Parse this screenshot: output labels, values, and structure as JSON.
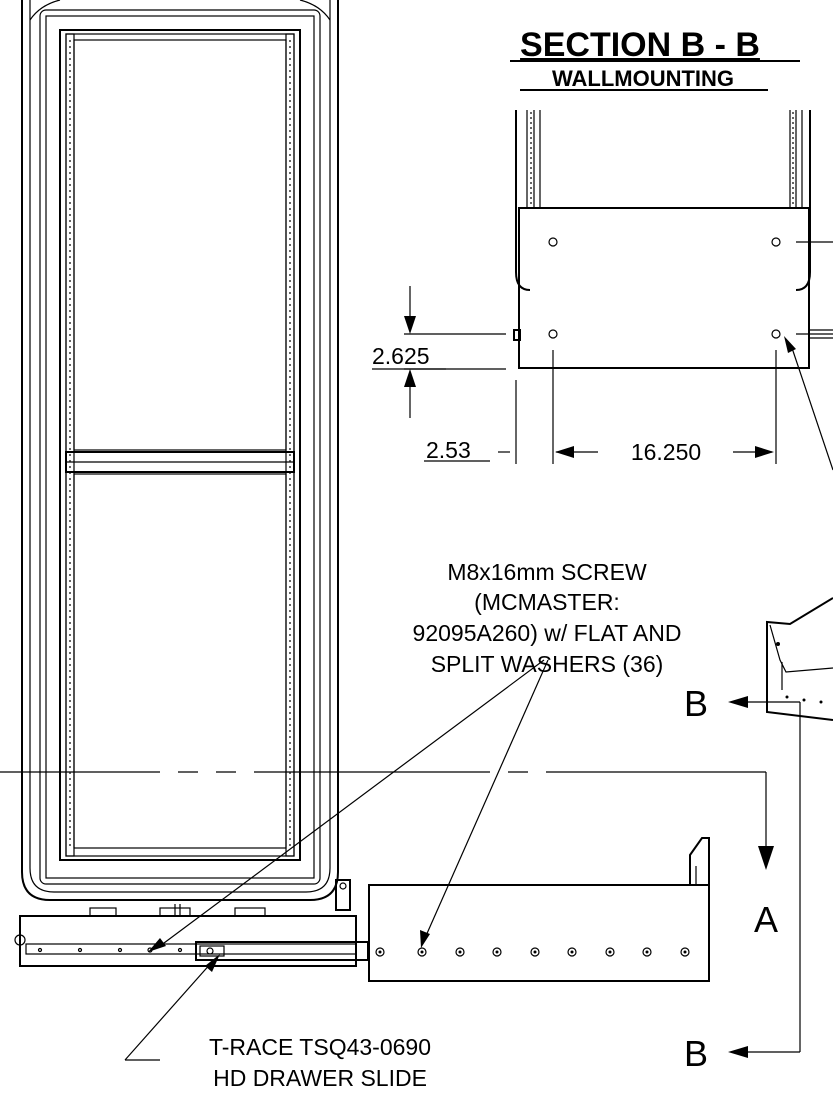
{
  "section": {
    "title": "SECTION B - B",
    "subtitle": "WALLMOUNTING"
  },
  "dimensions": {
    "vertical": "2.625",
    "edge_offset": "2.53",
    "hole_spacing": "16.250"
  },
  "callouts": {
    "screw_line1": "M8x16mm SCREW",
    "screw_line2": "(MCMASTER:",
    "screw_line3": "92095A260) w/ FLAT AND",
    "screw_line4": "SPLIT WASHERS (36)",
    "slide_line1": "T-RACE TSQ43-0690",
    "slide_line2": "HD DRAWER SLIDE"
  },
  "section_markers": {
    "top_b": "B",
    "bottom_b": "B",
    "a": "A"
  }
}
